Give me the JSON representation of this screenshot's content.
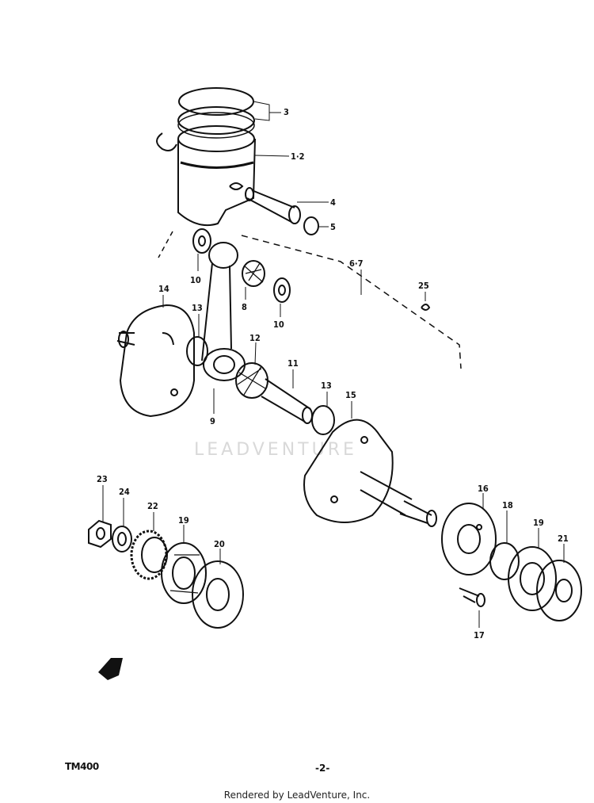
{
  "diagram": {
    "callouts": [
      "3",
      "1·2",
      "4",
      "5",
      "6·7",
      "25",
      "10",
      "8",
      "10",
      "14",
      "13",
      "12",
      "11",
      "9",
      "13",
      "15",
      "23",
      "24",
      "22",
      "19",
      "20",
      "16",
      "18",
      "19",
      "21",
      "17"
    ]
  },
  "footer": {
    "model": "TM400",
    "page_number": "-2-",
    "rendered_by": "Rendered by LeadVenture, Inc."
  },
  "watermark": {
    "text": "LEADVENTURE"
  }
}
